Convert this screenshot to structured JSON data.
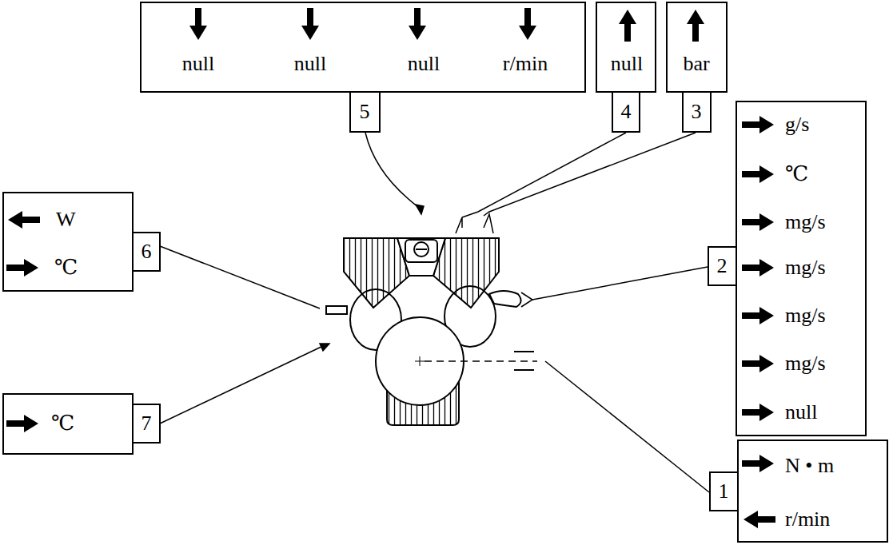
{
  "diagram": {
    "nodes": [
      {
        "text": [
          "null",
          "null",
          "null",
          "r/min"
        ]
      },
      {
        "text": [
          "5"
        ]
      },
      {
        "text": [
          "null"
        ]
      },
      {
        "text": [
          "4"
        ]
      },
      {
        "text": [
          "bar"
        ]
      },
      {
        "text": [
          "3"
        ]
      },
      {
        "text": [
          "W",
          "℃"
        ]
      },
      {
        "text": [
          "6"
        ]
      },
      {
        "text": [
          "g/s",
          "℃",
          "mg/s",
          "mg/s",
          "mg/s",
          "mg/s",
          "null"
        ]
      },
      {
        "text": [
          "2"
        ]
      },
      {
        "text": [
          "℃"
        ]
      },
      {
        "text": [
          "7"
        ]
      },
      {
        "text": [
          "N • m",
          "r/min"
        ]
      },
      {
        "text": [
          "1"
        ]
      }
    ]
  }
}
